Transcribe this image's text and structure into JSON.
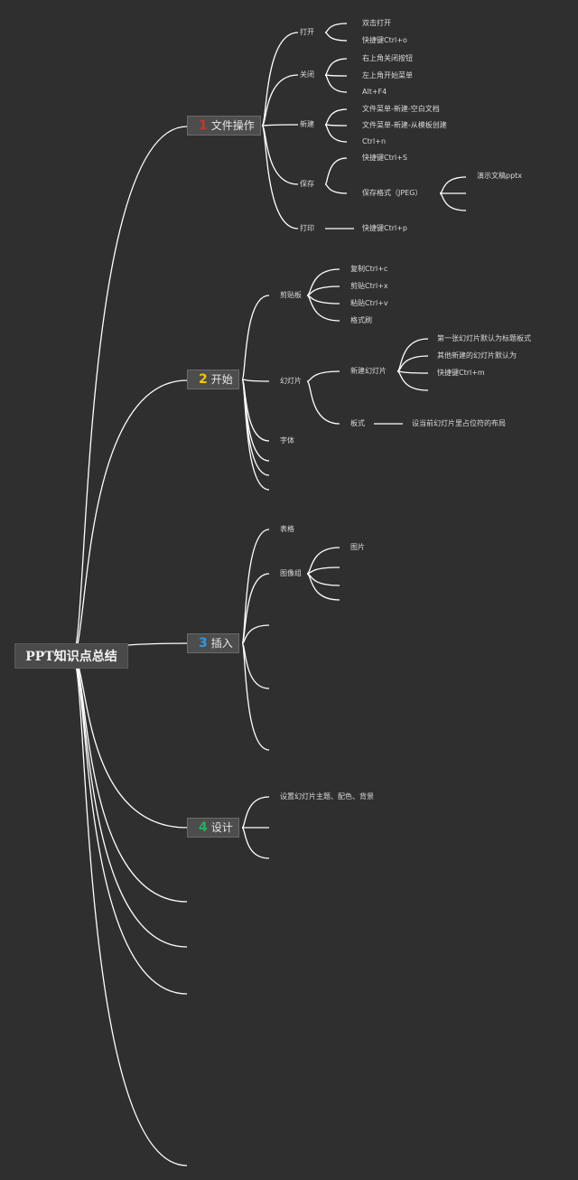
{
  "root": {
    "label": "PPT知识点总结"
  },
  "colors": {
    "background": "#2f2f2f",
    "line": "#ffffff",
    "num1": "#c0392b",
    "num2": "#f1c40f",
    "num3": "#3498db",
    "num4": "#27ae60"
  },
  "branches": {
    "b1": {
      "num": "1",
      "label": "文件操作"
    },
    "b2": {
      "num": "2",
      "label": "开始"
    },
    "b3": {
      "num": "3",
      "label": "插入"
    },
    "b4": {
      "num": "4",
      "label": "设计"
    }
  },
  "file": {
    "open": {
      "label": "打开",
      "items": [
        "双击打开",
        "快捷键Ctrl+o"
      ]
    },
    "close": {
      "label": "关闭",
      "items": [
        "右上角关闭按钮",
        "左上角开始菜单",
        "Alt+F4"
      ]
    },
    "new": {
      "label": "新建",
      "items": [
        "文件菜单-新建-空白文档",
        "文件菜单-新建-从模板创建",
        "Ctrl+n"
      ]
    },
    "save": {
      "label": "保存",
      "items": [
        "快捷键Ctrl+S",
        "保存格式（JPEG）"
      ],
      "format_items": [
        "演示文稿pptx"
      ]
    },
    "print": {
      "label": "打印",
      "items": [
        "快捷键Ctrl+p"
      ]
    }
  },
  "home": {
    "clipboard": {
      "label": "剪贴板",
      "items": [
        "复制Ctrl+c",
        "剪贴Ctrl+x",
        "粘贴Ctrl+v",
        "格式刷"
      ]
    },
    "slides": {
      "label": "幻灯片",
      "new_label": "新建幻灯片",
      "new_items": [
        "第一张幻灯片默认为标题板式",
        "其他新建的幻灯片默认为",
        "快捷键Ctrl+m"
      ],
      "layout_label": "板式",
      "layout_desc": "设当前幻灯片里占位符的布局"
    },
    "font": {
      "label": "字体"
    }
  },
  "insert": {
    "table": "表格",
    "images": "图像组",
    "image_item": "图片"
  },
  "design": {
    "items": [
      "设置幻灯片主题、配色、背景"
    ]
  }
}
